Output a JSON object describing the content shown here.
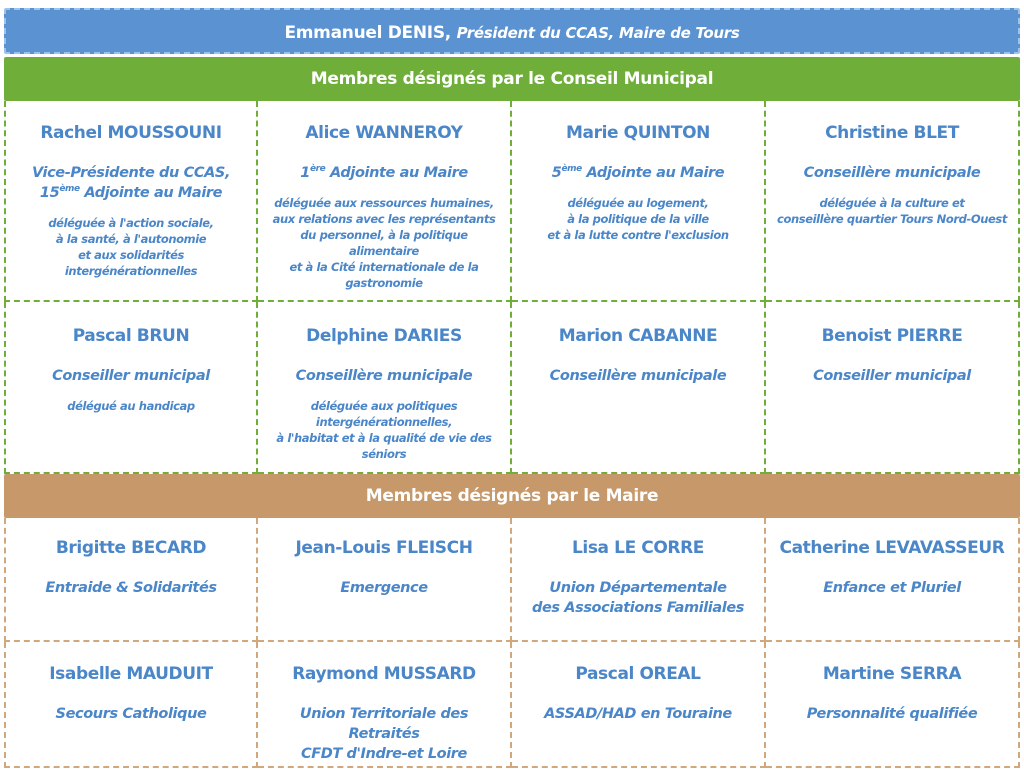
{
  "president": {
    "name": "Emmanuel DENIS,",
    "role": "Président du CCAS, Maire de Tours"
  },
  "council_section": {
    "label": "Membres désignés par le Conseil Municipal"
  },
  "council_members": [
    {
      "name": "Rachel MOUSSOUNI",
      "title_pre": "Vice-Présidente du CCAS,\n15",
      "title_sup": "ème",
      "title_post": " Adjointe au Maire",
      "desc": "déléguée à l'action sociale,\nà la santé, à l'autonomie\net aux solidarités intergénérationnelles"
    },
    {
      "name": "Alice WANNEROY",
      "title_pre": "1",
      "title_sup": "ère",
      "title_post": " Adjointe au Maire",
      "desc": "déléguée aux ressources humaines,\naux relations avec les représentants\ndu personnel, à la politique alimentaire\net à la Cité internationale de la gastronomie"
    },
    {
      "name": "Marie QUINTON",
      "title_pre": "5",
      "title_sup": "ème",
      "title_post": " Adjointe au Maire",
      "desc": "déléguée au logement,\nà la politique de la ville\net à la lutte contre l'exclusion"
    },
    {
      "name": "Christine BLET",
      "title_pre": "Conseillère municipale",
      "title_sup": "",
      "title_post": "",
      "desc": "déléguée à la culture et\nconseillère quartier Tours Nord-Ouest"
    },
    {
      "name": "Pascal BRUN",
      "title_pre": "Conseiller municipal",
      "title_sup": "",
      "title_post": "",
      "desc": "délégué au handicap"
    },
    {
      "name": "Delphine DARIES",
      "title_pre": "Conseillère municipale",
      "title_sup": "",
      "title_post": "",
      "desc": "déléguée aux politiques intergénérationnelles,\nà l'habitat et à la qualité de vie des séniors"
    },
    {
      "name": "Marion CABANNE",
      "title_pre": "Conseillère municipale",
      "title_sup": "",
      "title_post": "",
      "desc": ""
    },
    {
      "name": "Benoist PIERRE",
      "title_pre": "Conseiller municipal",
      "title_sup": "",
      "title_post": "",
      "desc": ""
    }
  ],
  "mayor_section": {
    "label": "Membres désignés par le Maire"
  },
  "mayor_members": [
    {
      "name": "Brigitte BECARD",
      "org": "Entraide & Solidarités"
    },
    {
      "name": "Jean-Louis FLEISCH",
      "org": "Emergence"
    },
    {
      "name": "Lisa LE CORRE",
      "org": "Union Départementale\ndes Associations Familiales"
    },
    {
      "name": "Catherine LEVAVASSEUR",
      "org": "Enfance et Pluriel"
    },
    {
      "name": "Isabelle MAUDUIT",
      "org": "Secours Catholique"
    },
    {
      "name": "Raymond MUSSARD",
      "org": "Union Territoriale des Retraités\nCFDT d'Indre-et Loire"
    },
    {
      "name": "Pascal OREAL",
      "org": "ASSAD/HAD en Touraine"
    },
    {
      "name": "Martine SERRA",
      "org": "Personnalité qualifiée"
    }
  ],
  "colors": {
    "president_bar": "#5b93d2",
    "council_bar": "#6fae38",
    "mayor_bar": "#c6986a",
    "text": "#4a86c8"
  }
}
